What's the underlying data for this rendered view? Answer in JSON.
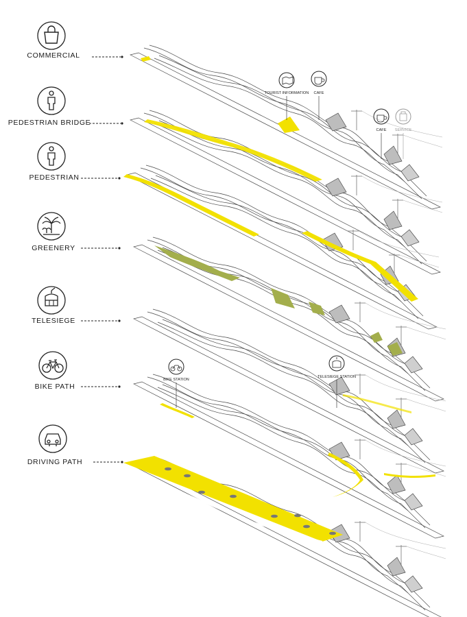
{
  "colors": {
    "highlight": "#f2e100",
    "greenery": "#a3ae4c",
    "shade": "#b8b8b8",
    "line": "#4a4a4a"
  },
  "layers": [
    {
      "id": "commercial",
      "label": "COMMERCIAL",
      "icon": "shopping-bag-icon"
    },
    {
      "id": "pedestrian-bridge",
      "label": "PEDESTRIAN BRIDGE",
      "icon": "person-icon"
    },
    {
      "id": "pedestrian",
      "label": "PEDESTRIAN",
      "icon": "person-icon"
    },
    {
      "id": "greenery",
      "label": "GREENERY",
      "icon": "palm-tree-icon"
    },
    {
      "id": "telesiege",
      "label": "TELESIEGE",
      "icon": "gondola-icon"
    },
    {
      "id": "bike-path",
      "label": "BIKE PATH",
      "icon": "bicycle-icon"
    },
    {
      "id": "driving-path",
      "label": "DRIVING PATH",
      "icon": "car-icon"
    }
  ],
  "annotations": {
    "tourist_information": "TOURIST INFORMATION",
    "cafe_upper": "CAFE",
    "cafe_lower": "CAFE",
    "service": "SERVICE",
    "bike_station": "BIKE STATION",
    "telesiege_station": "TELESIEGE STATION"
  }
}
